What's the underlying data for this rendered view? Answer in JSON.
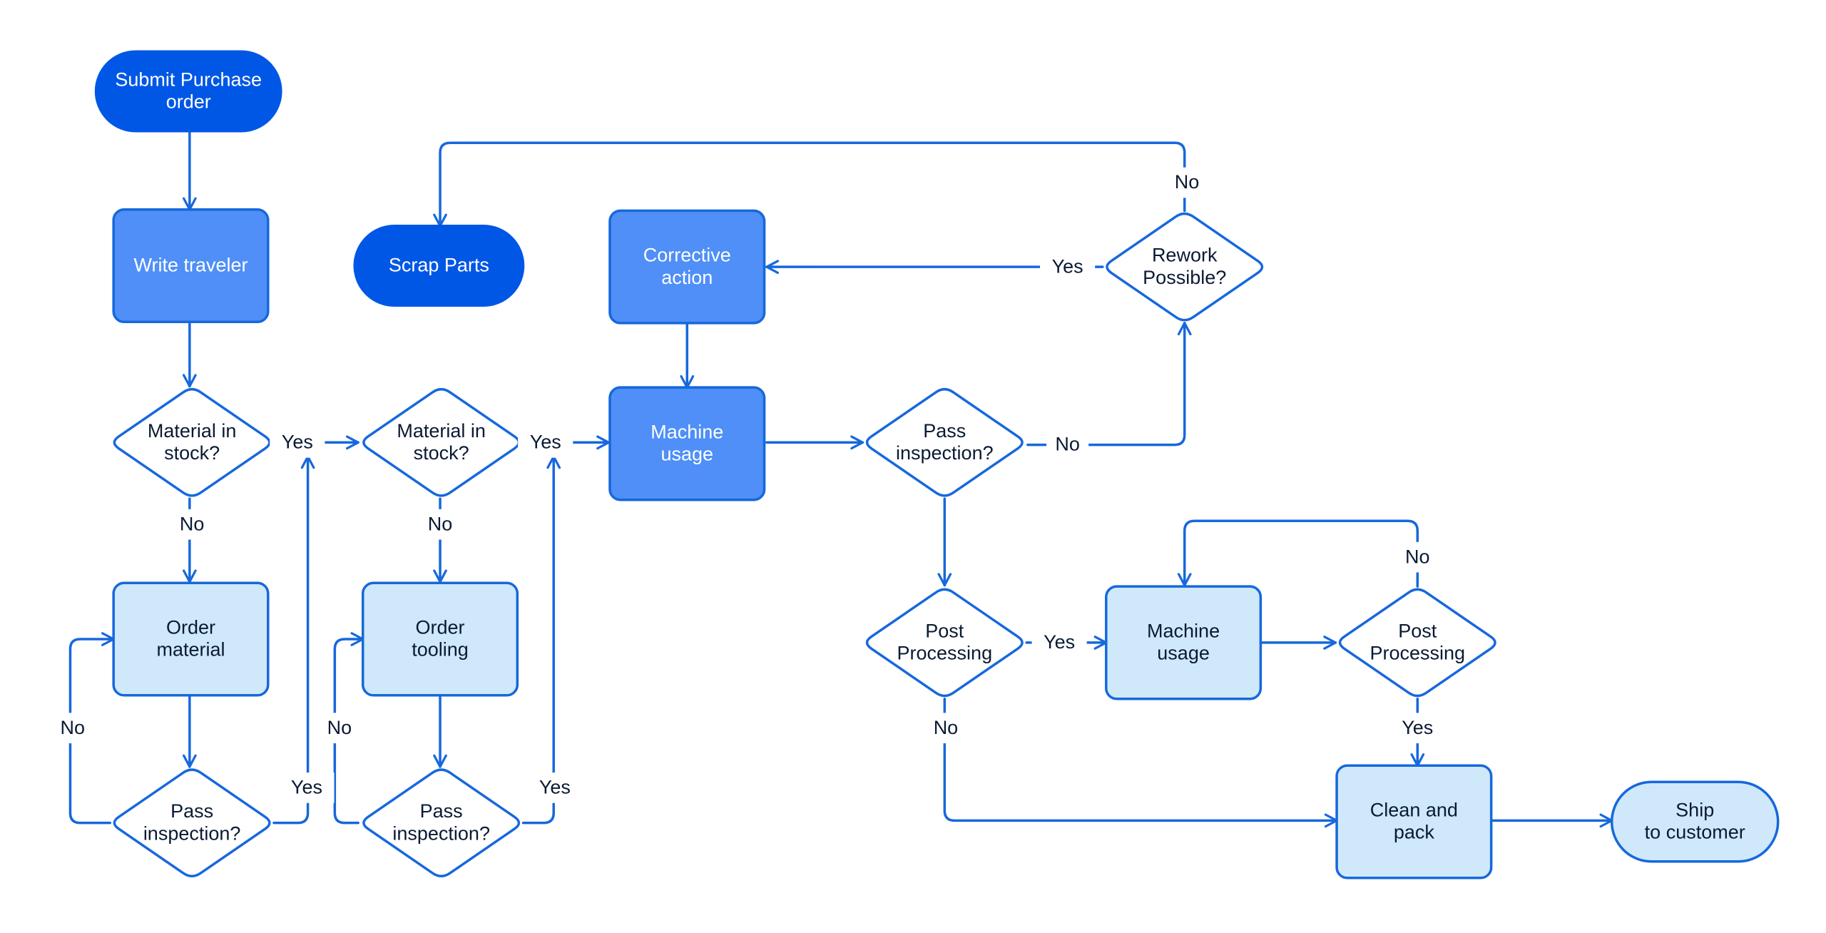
{
  "colors": {
    "edge": "#1668dc",
    "terminal_dark_fill": "#0057e6",
    "process_mid_fill": "#4f8ff7",
    "process_light_fill": "#cfe8fa",
    "decision_fill": "#ffffff",
    "node_border": "#1668dc",
    "text_dark": "#0a1a33",
    "text_light": "#ffffff"
  },
  "nodes": [
    {
      "id": "submit",
      "shape": "terminal",
      "style": "dark",
      "lines": [
        "Submit Purchase",
        "order"
      ]
    },
    {
      "id": "write_traveler",
      "shape": "process",
      "style": "mid",
      "lines": [
        "Write traveler"
      ]
    },
    {
      "id": "material_stock_1",
      "shape": "decision",
      "lines": [
        "Material in",
        "stock?"
      ]
    },
    {
      "id": "order_material",
      "shape": "process",
      "style": "light",
      "lines": [
        "Order",
        "material"
      ]
    },
    {
      "id": "pass_insp_1",
      "shape": "decision",
      "lines": [
        "Pass",
        "inspection?"
      ]
    },
    {
      "id": "scrap_parts",
      "shape": "terminal",
      "style": "dark",
      "lines": [
        "Scrap Parts"
      ]
    },
    {
      "id": "material_stock_2",
      "shape": "decision",
      "lines": [
        "Material in",
        "stock?"
      ]
    },
    {
      "id": "order_tooling",
      "shape": "process",
      "style": "light",
      "lines": [
        "Order",
        "tooling"
      ]
    },
    {
      "id": "pass_insp_2",
      "shape": "decision",
      "lines": [
        "Pass",
        "inspection?"
      ]
    },
    {
      "id": "corrective_action",
      "shape": "process",
      "style": "mid",
      "lines": [
        "Corrective",
        "action"
      ]
    },
    {
      "id": "machine_usage_1",
      "shape": "process",
      "style": "mid",
      "lines": [
        "Machine",
        "usage"
      ]
    },
    {
      "id": "pass_insp_3",
      "shape": "decision",
      "lines": [
        "Pass",
        "inspection?"
      ]
    },
    {
      "id": "rework_possible",
      "shape": "decision",
      "lines": [
        "Rework",
        "Possible?"
      ]
    },
    {
      "id": "post_processing_1",
      "shape": "decision",
      "lines": [
        "Post",
        "Processing"
      ]
    },
    {
      "id": "machine_usage_2",
      "shape": "process",
      "style": "light",
      "lines": [
        "Machine",
        "usage"
      ]
    },
    {
      "id": "post_processing_2",
      "shape": "decision",
      "lines": [
        "Post",
        "Processing"
      ]
    },
    {
      "id": "clean_pack",
      "shape": "process",
      "style": "light",
      "lines": [
        "Clean and",
        "pack"
      ]
    },
    {
      "id": "ship",
      "shape": "terminal",
      "style": "light",
      "lines": [
        "Ship",
        "to customer"
      ]
    }
  ],
  "edges": [
    {
      "from": "submit",
      "to": "write_traveler",
      "label": ""
    },
    {
      "from": "write_traveler",
      "to": "material_stock_1",
      "label": ""
    },
    {
      "from": "material_stock_1",
      "to": "material_stock_2",
      "label": "Yes"
    },
    {
      "from": "material_stock_1",
      "to": "order_material",
      "label": "No"
    },
    {
      "from": "order_material",
      "to": "pass_insp_1",
      "label": ""
    },
    {
      "from": "pass_insp_1",
      "to": "order_material",
      "label": "No"
    },
    {
      "from": "pass_insp_1",
      "to": "material_stock_2",
      "label": "Yes"
    },
    {
      "from": "material_stock_2",
      "to": "machine_usage_1",
      "label": "Yes"
    },
    {
      "from": "material_stock_2",
      "to": "order_tooling",
      "label": "No"
    },
    {
      "from": "order_tooling",
      "to": "pass_insp_2",
      "label": ""
    },
    {
      "from": "pass_insp_2",
      "to": "order_tooling",
      "label": "No"
    },
    {
      "from": "pass_insp_2",
      "to": "machine_usage_1",
      "label": "Yes"
    },
    {
      "from": "corrective_action",
      "to": "machine_usage_1",
      "label": ""
    },
    {
      "from": "machine_usage_1",
      "to": "pass_insp_3",
      "label": ""
    },
    {
      "from": "pass_insp_3",
      "to": "rework_possible",
      "label": "No"
    },
    {
      "from": "rework_possible",
      "to": "corrective_action",
      "label": "Yes"
    },
    {
      "from": "rework_possible",
      "to": "scrap_parts",
      "label": "No"
    },
    {
      "from": "pass_insp_3",
      "to": "post_processing_1",
      "label": ""
    },
    {
      "from": "post_processing_1",
      "to": "machine_usage_2",
      "label": "Yes"
    },
    {
      "from": "post_processing_1",
      "to": "clean_pack",
      "label": "No"
    },
    {
      "from": "machine_usage_2",
      "to": "post_processing_2",
      "label": ""
    },
    {
      "from": "post_processing_2",
      "to": "machine_usage_2",
      "label": "No"
    },
    {
      "from": "post_processing_2",
      "to": "clean_pack",
      "label": "Yes"
    },
    {
      "from": "clean_pack",
      "to": "ship",
      "label": ""
    }
  ]
}
